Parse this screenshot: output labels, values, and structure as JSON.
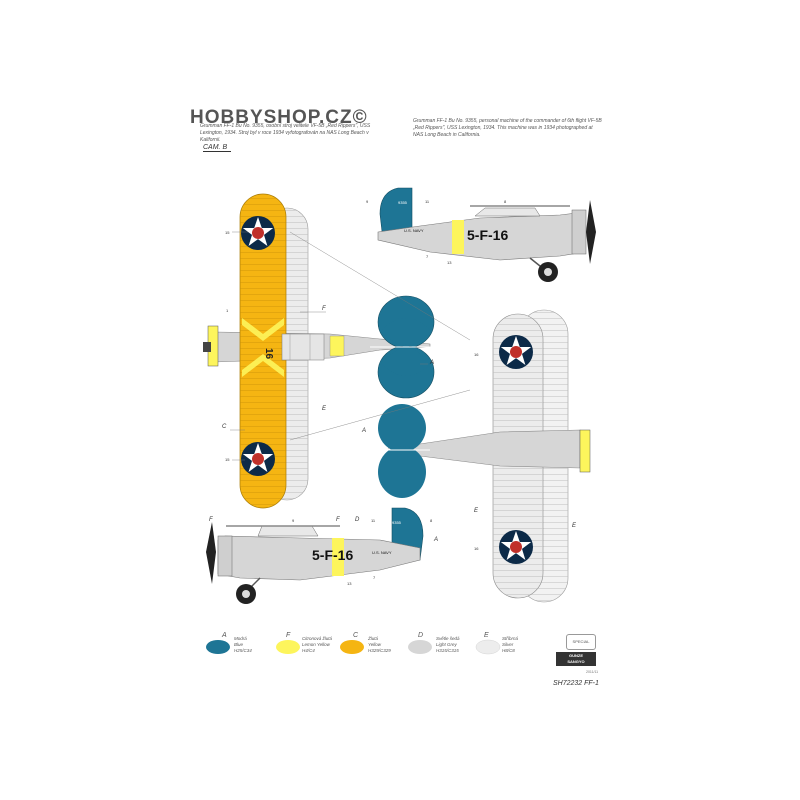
{
  "watermark": "HOBBYSHOP.CZ©",
  "text_cz": "Grumman FF-1 Bu No. 9355, osobní stroj velitele VF-5B „Red Rippers\", USS Lexington, 1934. Stroj byl v roce 1934 vyfotografován na NAS Long Beach v Kalifornii.",
  "text_en": "Grumman FF-1 Bu No. 9355, personal machine of the commander of 6th flight VF-5B „Red Rippers\", USS Lexington, 1934. This machine was in 1934 photographed at NAS Long Beach in California.",
  "cam_label": "CAM. B",
  "aircraft": {
    "code": "5-F-16",
    "navy": "U.S. NAVY",
    "bu_no": "9355",
    "top_code": "16"
  },
  "callouts": {
    "side_top": [
      "9",
      "11",
      "8",
      "7",
      "13"
    ],
    "plan_top": [
      "15",
      "1",
      "F",
      "E",
      "C",
      "15",
      "A"
    ],
    "plan_bottom": [
      "16",
      "A",
      "E",
      "E",
      "16"
    ],
    "side_bottom": [
      "F",
      "9",
      "F",
      "D",
      "11",
      "8",
      "A",
      "7",
      "13"
    ]
  },
  "swatches": [
    {
      "letter": "A",
      "cz": "Modrá",
      "en": "Blue",
      "code": "H25/C34",
      "color": "#1e7595"
    },
    {
      "letter": "F",
      "cz": "Citronová žlutá",
      "en": "Lemon Yellow",
      "code": "H4/C4",
      "color": "#fdf55c"
    },
    {
      "letter": "C",
      "cz": "Žlutá",
      "en": "Yellow",
      "code": "H329/C329",
      "color": "#f5b512"
    },
    {
      "letter": "D",
      "cz": "Světle šedá",
      "en": "Light Grey",
      "code": "H315/C315",
      "color": "#d6d6d6"
    },
    {
      "letter": "E",
      "cz": "Stříbrná",
      "en": "Silver",
      "code": "H8/C8",
      "color": "#ededed"
    }
  ],
  "logos": {
    "top": "SPECIAL HOBBY",
    "bottom_1": "GUNZE",
    "bottom_2": "SANGYO"
  },
  "date": "2011/11",
  "product_code": "SH72232 FF-1",
  "colors": {
    "blue": "#1e7595",
    "yellow": "#f5b512",
    "lemon": "#fdf55c",
    "grey": "#d6d6d6",
    "silver": "#ededed",
    "roundel_red": "#c0302a",
    "roundel_blue": "#0c2a48"
  }
}
